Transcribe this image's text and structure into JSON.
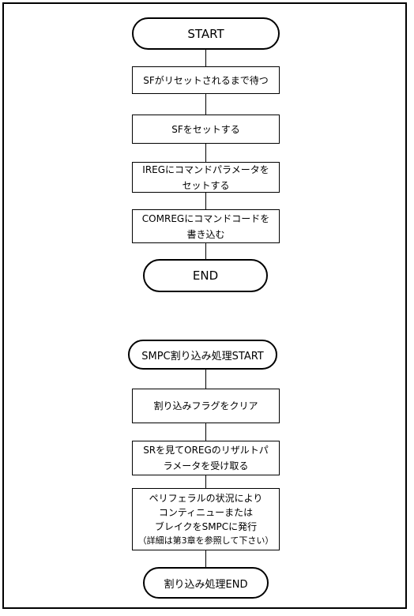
{
  "flow1": {
    "start": "START",
    "step1": "SFがリセットされるまで待つ",
    "step2": "SFをセットする",
    "step3": [
      "IREGにコマンドパラメータを",
      "セットする"
    ],
    "step4": [
      "COMREGにコマンドコードを",
      "書き込む"
    ],
    "end": "END"
  },
  "flow2": {
    "start": "SMPC割り込み処理START",
    "step1": "割り込みフラグをクリア",
    "step2": [
      "SRを見てOREGのリザルトパ",
      "ラメータを受け取る"
    ],
    "step3": [
      "ペリフェラルの状況により",
      "コンティニューまたは",
      "ブレイクをSMPCに発行",
      "（詳細は第3章を参照して下さい）"
    ],
    "end": "割り込み処理END"
  }
}
